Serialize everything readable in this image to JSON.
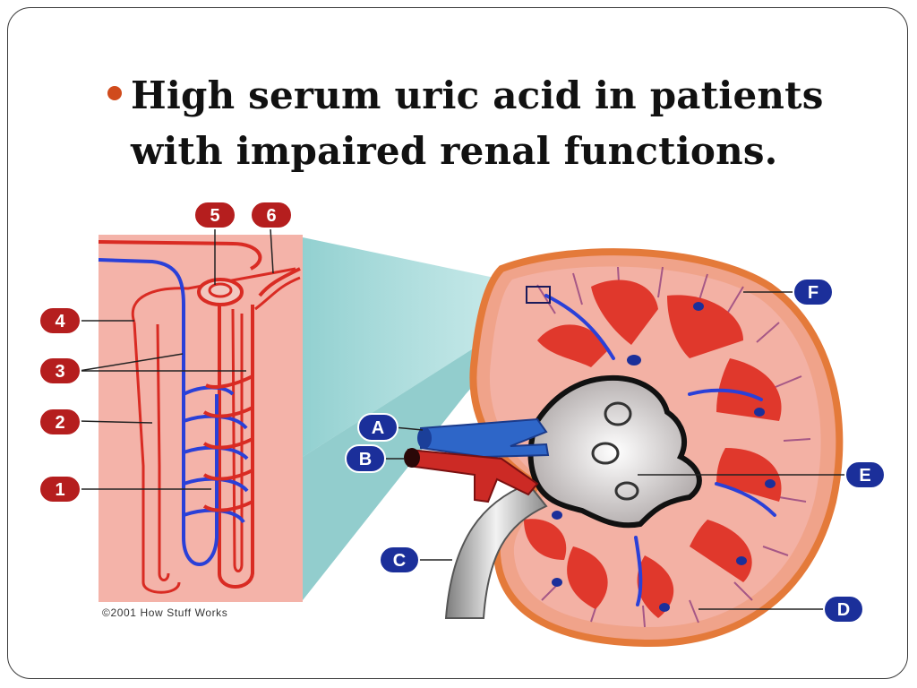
{
  "slide": {
    "bullet": {
      "line1": "High serum uric acid in patients",
      "line2": "with impaired renal functions."
    },
    "diagram": {
      "nephron_labels": [
        "1",
        "2",
        "3",
        "4",
        "5",
        "6"
      ],
      "kidney_labels": [
        "A",
        "B",
        "C",
        "D",
        "E",
        "F"
      ],
      "credit": "©2001 How Stuff Works"
    },
    "colors": {
      "bullet": "#d04b1c",
      "label_fill": "#b51e1e",
      "kidney_label_fill": "#1b2f9a",
      "nephron_panel": "#f4b3a9",
      "artery_red": "#d92b23",
      "vein_blue": "#2a40d8"
    }
  }
}
